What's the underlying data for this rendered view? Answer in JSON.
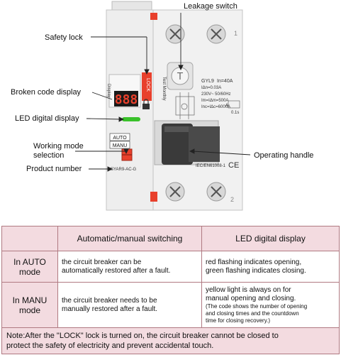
{
  "callouts": {
    "leakage_switch": "Leakage switch",
    "safety_lock": "Safety lock",
    "broken_code_display": "Broken code display",
    "led_digital_display": "LED digital display",
    "working_mode_line1": "Working mode",
    "working_mode_line2": "selection",
    "product_number": "Product number",
    "operating_handle": "Operating handle"
  },
  "device": {
    "display_digits": "888",
    "display_label": "Display",
    "lock_label": "LOCK",
    "switch_auto": "AUTO",
    "switch_manu": "MANU",
    "model_code": "SYAR9-AC-G",
    "test_label": "Test Monthly",
    "spec_model": "GYL9",
    "spec_in": "In=40A",
    "spec_idn": "IΔn=0.03A",
    "spec_voltage": "230V~ 50/60Hz",
    "spec_im": "Im=IΔm=500A",
    "spec_inc": "Inc=IΔc=6000A",
    "spec_type": "A",
    "spec_time": "0.1s",
    "standard": "IEC/EN61008-1",
    "ce_mark": "CE",
    "terminal_top": "1",
    "terminal_bottom": "2",
    "colors": {
      "body": "#ececec",
      "accent": "#e8402c",
      "handle": "#3a3a3a",
      "led": "#39c12a"
    }
  },
  "table": {
    "headers": [
      "",
      "Automatic/manual switching",
      "LED digital display"
    ],
    "rows": [
      {
        "mode_line1": "In AUTO",
        "mode_line2": "mode",
        "switching_line1": "the circuit breaker can be",
        "switching_line2": "automatically restored after a fault.",
        "display_line1": "red flashing indicates opening,",
        "display_line2": "green flashing indicates closing."
      },
      {
        "mode_line1": "In MANU",
        "mode_line2": "mode",
        "switching_line1": "the circuit breaker needs to be",
        "switching_line2": "manually restored after a fault.",
        "display_line1": "yellow light is always on for",
        "display_line2": "manual opening and closing.",
        "display_note1": "(The code shows the number of opening",
        "display_note2": "and closing times and the countdown",
        "display_note3": "time for closing recovery.)"
      }
    ],
    "note_line1": "Note:After the \"LOCK\" lock is turned on, the circuit breaker cannot be closed to",
    "note_line2": "protect the safety of electricity and prevent accidental touch."
  }
}
